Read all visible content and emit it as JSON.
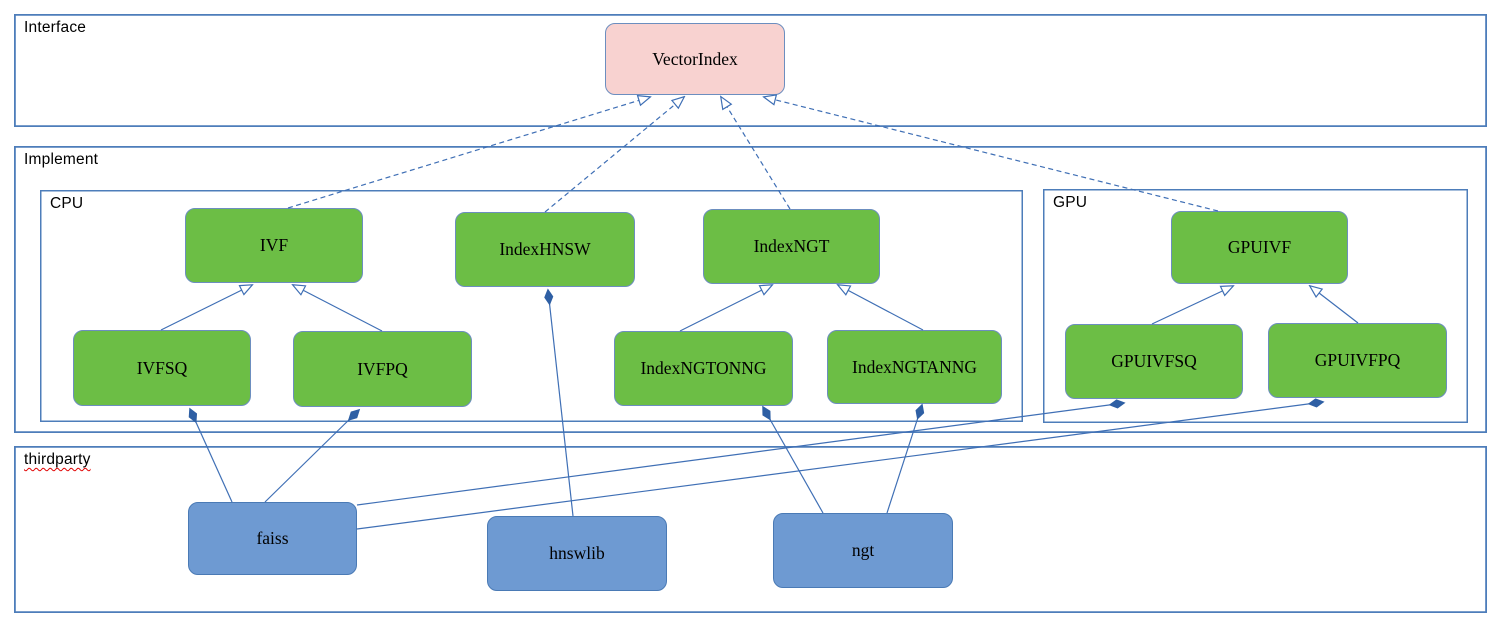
{
  "diagram": {
    "containers": {
      "interface": {
        "label": "Interface"
      },
      "implement": {
        "label": "Implement"
      },
      "cpu": {
        "label": "CPU"
      },
      "gpu": {
        "label": "GPU"
      },
      "thirdparty": {
        "label": "thirdparty",
        "spellcheck_underline": true
      }
    },
    "nodes": {
      "vectorindex": {
        "label": "VectorIndex",
        "kind": "interface",
        "group": "interface"
      },
      "ivf": {
        "label": "IVF",
        "kind": "class",
        "group": "cpu"
      },
      "indexhnsw": {
        "label": "IndexHNSW",
        "kind": "class",
        "group": "cpu"
      },
      "indexngt": {
        "label": "IndexNGT",
        "kind": "class",
        "group": "cpu"
      },
      "ivfsq": {
        "label": "IVFSQ",
        "kind": "class",
        "group": "cpu"
      },
      "ivfpq": {
        "label": "IVFPQ",
        "kind": "class",
        "group": "cpu"
      },
      "indexngtonng": {
        "label": "IndexNGTONNG",
        "kind": "class",
        "group": "cpu"
      },
      "indexngtanng": {
        "label": "IndexNGTANNG",
        "kind": "class",
        "group": "cpu"
      },
      "gpuivf": {
        "label": "GPUIVF",
        "kind": "class",
        "group": "gpu"
      },
      "gpuivfsq": {
        "label": "GPUIVFSQ",
        "kind": "class",
        "group": "gpu"
      },
      "gpuivfpq": {
        "label": "GPUIVFPQ",
        "kind": "class",
        "group": "gpu"
      },
      "faiss": {
        "label": "faiss",
        "kind": "library",
        "group": "thirdparty"
      },
      "hnswlib": {
        "label": "hnswlib",
        "kind": "library",
        "group": "thirdparty"
      },
      "ngt": {
        "label": "ngt",
        "kind": "library",
        "group": "thirdparty"
      }
    },
    "edges": [
      {
        "from": "IVF",
        "to": "VectorIndex",
        "type": "realization-dashed-hollow-arrow"
      },
      {
        "from": "IndexHNSW",
        "to": "VectorIndex",
        "type": "realization-dashed-hollow-arrow"
      },
      {
        "from": "IndexNGT",
        "to": "VectorIndex",
        "type": "realization-dashed-hollow-arrow"
      },
      {
        "from": "GPUIVF",
        "to": "VectorIndex",
        "type": "realization-dashed-hollow-arrow"
      },
      {
        "from": "IVFSQ",
        "to": "IVF",
        "type": "generalization-hollow-arrow"
      },
      {
        "from": "IVFPQ",
        "to": "IVF",
        "type": "generalization-hollow-arrow"
      },
      {
        "from": "IndexNGTONNG",
        "to": "IndexNGT",
        "type": "generalization-hollow-arrow"
      },
      {
        "from": "IndexNGTANNG",
        "to": "IndexNGT",
        "type": "generalization-hollow-arrow"
      },
      {
        "from": "GPUIVFSQ",
        "to": "GPUIVF",
        "type": "generalization-hollow-arrow"
      },
      {
        "from": "GPUIVFPQ",
        "to": "GPUIVF",
        "type": "generalization-hollow-arrow"
      },
      {
        "from": "faiss",
        "to": "IVFSQ",
        "type": "composition-filled-diamond"
      },
      {
        "from": "faiss",
        "to": "IVFPQ",
        "type": "composition-filled-diamond"
      },
      {
        "from": "faiss",
        "to": "GPUIVFSQ",
        "type": "composition-filled-diamond"
      },
      {
        "from": "faiss",
        "to": "GPUIVFPQ",
        "type": "composition-filled-diamond"
      },
      {
        "from": "hnswlib",
        "to": "IndexHNSW",
        "type": "composition-filled-diamond"
      },
      {
        "from": "ngt",
        "to": "IndexNGTONNG",
        "type": "composition-filled-diamond"
      },
      {
        "from": "ngt",
        "to": "IndexNGTANNG",
        "type": "composition-filled-diamond"
      }
    ],
    "colors": {
      "interface_node_fill": "#f8d2d0",
      "class_node_fill": "#6cbe45",
      "library_node_fill": "#6e9ad2",
      "node_border": "#6c8ebf",
      "container_border": "#4d7dba",
      "edge_stroke": "#3f6fb5",
      "diamond_fill": "#2e5fa4",
      "spellcheck_underline": "#e00000",
      "background": "#ffffff"
    }
  }
}
